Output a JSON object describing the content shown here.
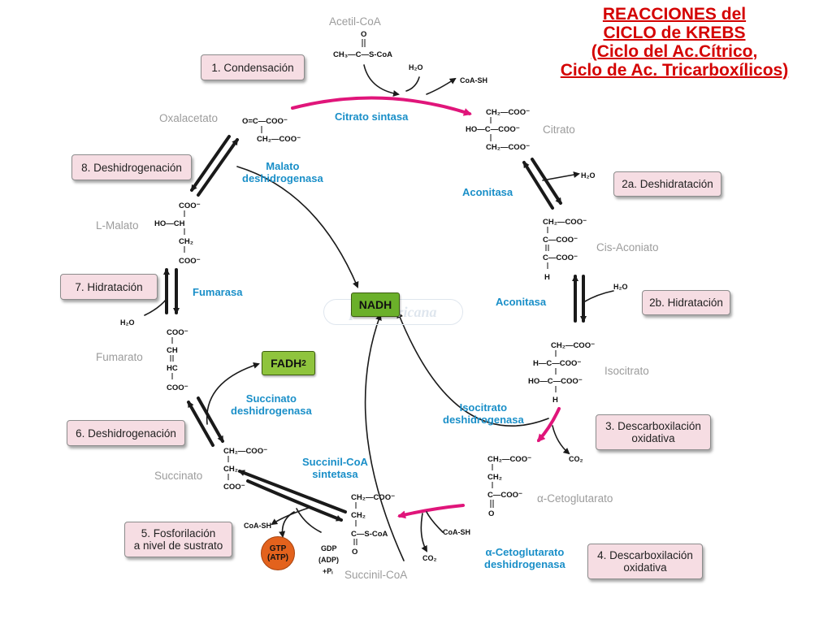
{
  "title": {
    "line1": "REACCIONES del ",
    "line2": "CICLO de KREBS",
    "line3": "(Ciclo del Ac.Cítrico,",
    "line4": "Ciclo de Ac. Tricarboxílicos)"
  },
  "steps": {
    "s1": "1. Condensación",
    "s2a": "2a. Deshidratación",
    "s2b": "2b. Hidratación",
    "s3_l1": "3. Descarboxilación",
    "s3_l2": "oxidativa",
    "s4_l1": "4. Descarboxilación",
    "s4_l2": "oxidativa",
    "s5_l1": "5. Fosforilación",
    "s5_l2": "a nivel de sustrato",
    "s6": "6. Deshidrogenación",
    "s7": "7. Hidratación",
    "s8": "8. Deshidrogenación"
  },
  "enzymes": {
    "citrato_sintasa": "Citrato sintasa",
    "aconitasa1": "Aconitasa",
    "aconitasa2": "Aconitasa",
    "isocitrato_l1": "Isocitrato",
    "isocitrato_l2": "deshidrogenasa",
    "cetoglut_l1": "α-Cetoglutarato",
    "cetoglut_l2": "deshidrogenasa",
    "succoa_l1": "Succinil-CoA",
    "succoa_l2": "sintetasa",
    "succinato_l1": "Succinato",
    "succinato_l2": "deshidrogenasa",
    "fumarasa": "Fumarasa",
    "malato_l1": "Malato",
    "malato_l2": "deshidrogenasa"
  },
  "metabolites": {
    "acetil_coa": "Acetil-CoA",
    "oxalacetato": "Oxalacetato",
    "citrato": "Citrato",
    "cis_aconiato": "Cis-Aconiato",
    "isocitrato": "Isocitrato",
    "cetoglutarato": "α-Cetoglutarato",
    "succinil_coa": "Succinil-CoA",
    "succinato": "Succinato",
    "fumarato": "Fumarato",
    "l_malato": "L-Malato"
  },
  "cofactors": {
    "nadh": "NADH",
    "fadh2": "FADH",
    "fadh2_sub": "2",
    "gtp": "GTP",
    "atp": "(ATP)",
    "watermark": "panamericana"
  },
  "small_labels": {
    "h2o": "H₂O",
    "co2": "CO₂",
    "coash": "CoA-SH",
    "gdp": "GDP",
    "adp": "(ADP)",
    "pi": "+Pᵢ"
  },
  "colors": {
    "title": "#d40000",
    "enzyme": "#1a8fc8",
    "step_fill": "#f6dde3",
    "nadh": "#6bb02a",
    "fadh2": "#8fc43d",
    "gtp": "#e3621d",
    "highlight_arrow": "#e0157a"
  }
}
